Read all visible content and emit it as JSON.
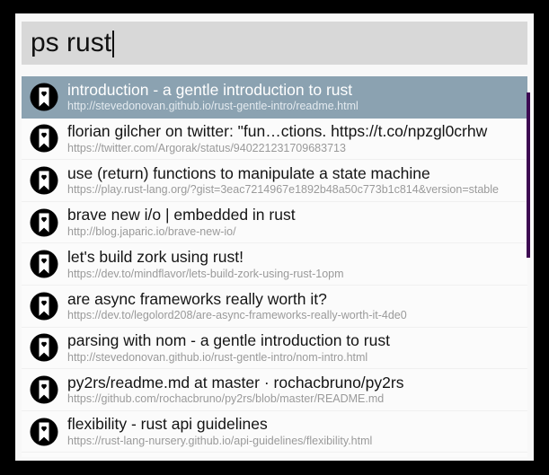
{
  "window": {
    "frame_color": "#000000",
    "panel_color": "#f8f8f8"
  },
  "search": {
    "value": "ps rust",
    "placeholder": "",
    "background": "#d8d8d8",
    "text_color": "#111111"
  },
  "selection": {
    "selected_index": 0,
    "highlight_color": "#8ba2b1"
  },
  "scrollbar": {
    "color": "#3d0a52",
    "orientation": "vertical"
  },
  "icons": {
    "bookmark": "bookmark-heart-icon"
  },
  "results": [
    {
      "title": "introduction - a gentle introduction to rust",
      "url": "http://stevedonovan.github.io/rust-gentle-intro/readme.html",
      "icon": "bookmark-heart-icon"
    },
    {
      "title": "florian gilcher on twitter: \"fun…ctions. https://t.co/npzgl0crhw",
      "url": "https://twitter.com/Argorak/status/940221231709683713",
      "icon": "bookmark-heart-icon"
    },
    {
      "title": "use (return) functions to manipulate a state machine",
      "url": "https://play.rust-lang.org/?gist=3eac7214967e1892b48a50c773b1c814&version=stable",
      "icon": "bookmark-heart-icon"
    },
    {
      "title": "brave new i/o | embedded in rust",
      "url": "http://blog.japaric.io/brave-new-io/",
      "icon": "bookmark-heart-icon"
    },
    {
      "title": "let's build zork using rust!",
      "url": "https://dev.to/mindflavor/lets-build-zork-using-rust-1opm",
      "icon": "bookmark-heart-icon"
    },
    {
      "title": "are async frameworks really worth it?",
      "url": "https://dev.to/legolord208/are-async-frameworks-really-worth-it-4de0",
      "icon": "bookmark-heart-icon"
    },
    {
      "title": "parsing with nom - a gentle introduction to rust",
      "url": "http://stevedonovan.github.io/rust-gentle-intro/nom-intro.html",
      "icon": "bookmark-heart-icon"
    },
    {
      "title": "py2rs/readme.md at master · rochacbruno/py2rs",
      "url": "https://github.com/rochacbruno/py2rs/blob/master/README.md",
      "icon": "bookmark-heart-icon"
    },
    {
      "title": "flexibility - rust api guidelines",
      "url": "https://rust-lang-nursery.github.io/api-guidelines/flexibility.html",
      "icon": "bookmark-heart-icon"
    }
  ]
}
